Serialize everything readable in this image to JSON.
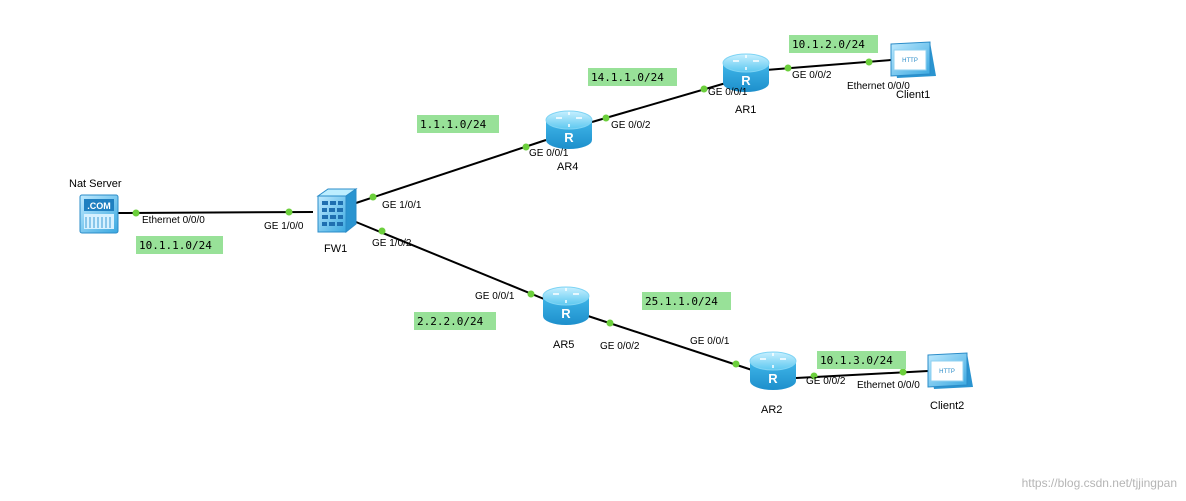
{
  "devices": {
    "nat_server": "Nat Server",
    "fw1": "FW1",
    "ar4": "AR4",
    "ar1": "AR1",
    "ar5": "AR5",
    "ar2": "AR2",
    "client1": "Client1",
    "client2": "Client2"
  },
  "icon_text": {
    "server": ".COM",
    "client": "HTTP",
    "router": "R"
  },
  "networks": {
    "net_10_1_1": "10.1.1.0/24",
    "net_1_1_1": "1.1.1.0/24",
    "net_14_1_1": "14.1.1.0/24",
    "net_10_1_2": "10.1.2.0/24",
    "net_2_2_2": "2.2.2.0/24",
    "net_25_1_1": "25.1.1.0/24",
    "net_10_1_3": "10.1.3.0/24"
  },
  "interfaces": {
    "server_eth": "Ethernet 0/0/0",
    "fw_ge100": "GE 1/0/0",
    "fw_ge101": "GE 1/0/1",
    "fw_ge102": "GE 1/0/2",
    "ar4_ge001": "GE 0/0/1",
    "ar4_ge002": "GE 0/0/2",
    "ar1_ge001": "GE 0/0/1",
    "ar1_ge002": "GE 0/0/2",
    "client1_eth": "Ethernet 0/0/0",
    "ar5_ge001": "GE 0/0/1",
    "ar5_ge002": "GE 0/0/2",
    "ar2_ge001": "GE 0/0/1",
    "ar2_ge002": "GE 0/0/2",
    "client2_eth": "Ethernet 0/0/0"
  },
  "watermark": "https://blog.csdn.net/tjjingpan"
}
